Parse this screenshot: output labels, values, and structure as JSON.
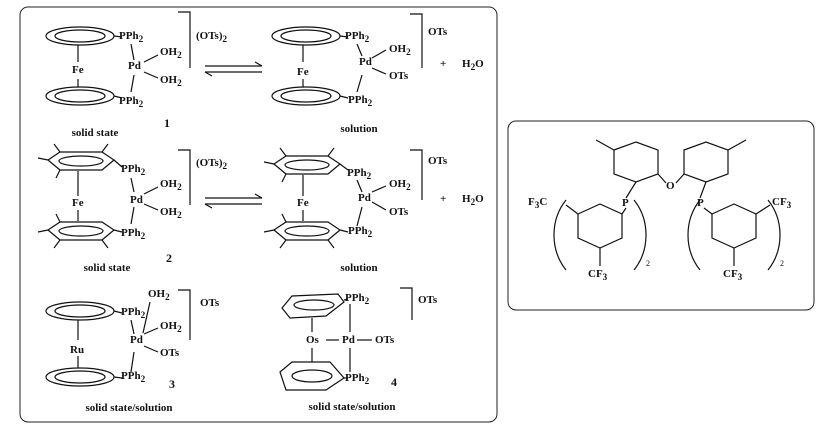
{
  "left_panel": {
    "c1": {
      "ligand_top": "PPh",
      "ligand_bot": "PPh",
      "metal_center": "Fe",
      "pd": "Pd",
      "oh2_a": "OH",
      "oh2_b": "OH",
      "counter": "(OTs)",
      "number": "1",
      "caption": "solid state"
    },
    "c1_sol": {
      "ligand_top": "PPh",
      "ligand_bot": "PPh",
      "metal_center": "Fe",
      "pd": "Pd",
      "oh2": "OH",
      "ots": "OTs",
      "counter": "OTs",
      "plus": "+",
      "water": "H O",
      "caption": "solution"
    },
    "c2": {
      "ligand_top": "PPh",
      "ligand_bot": "PPh",
      "metal_center": "Fe",
      "pd": "Pd",
      "oh2_a": "OH",
      "oh2_b": "OH",
      "counter": "(OTs)",
      "number": "2",
      "caption": "solid state"
    },
    "c2_sol": {
      "ligand_top": "PPh",
      "ligand_bot": "PPh",
      "metal_center": "Fe",
      "pd": "Pd",
      "oh2": "OH",
      "ots": "OTs",
      "counter": "OTs",
      "plus": "+",
      "water": "H O",
      "caption": "solution"
    },
    "c3": {
      "ligand_top": "PPh",
      "ligand_bot": "PPh",
      "metal_center": "Ru",
      "pd": "Pd",
      "oh2_top": "OH",
      "oh2": "OH",
      "ots": "OTs",
      "counter": "OTs",
      "number": "3",
      "caption": "solid state/solution"
    },
    "c4": {
      "ligand_top": "PPh",
      "ligand_bot": "PPh",
      "metal_center": "Os",
      "pd": "Pd",
      "ots_link": "OTs",
      "counter": "OTs",
      "number": "4",
      "caption": "solid state/solution"
    },
    "subscript_2": "2"
  },
  "right_panel": {
    "o": "O",
    "p_left": "P",
    "p_right": "P",
    "cf3_a": "F C",
    "cf3_b": "CF",
    "cf3_c": "CF",
    "cf3_d": "CF",
    "sub3": "3",
    "sub2": "2"
  }
}
